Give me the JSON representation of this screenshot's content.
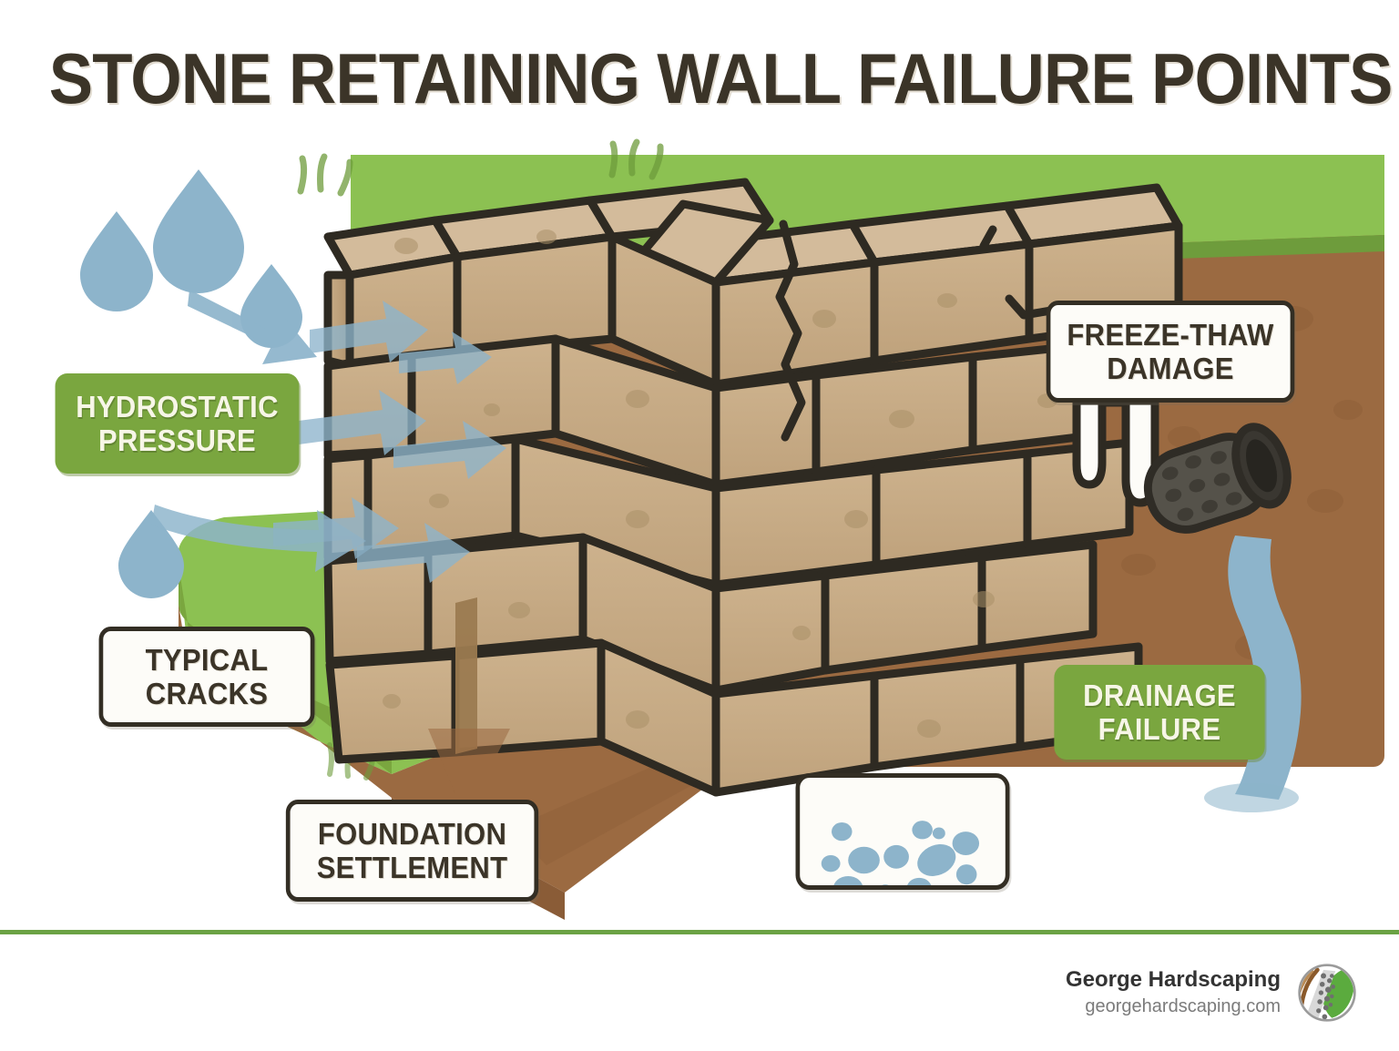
{
  "page": {
    "title": "STONE RETAINING WALL FAILURE POINTS",
    "background": "#ffffff",
    "title_color": "#3b3428"
  },
  "palette": {
    "grass_green": "#8cc152",
    "grass_green_dark": "#6e9c3c",
    "soil_brown": "#9b6a41",
    "soil_brown_dark": "#8a5c37",
    "soil_brown_light": "#b08455",
    "stone_face": "#c4a882",
    "stone_top": "#d3bb9b",
    "stone_side": "#b69872",
    "stone_outline": "#2e2a22",
    "water_blue": "#8db4cb",
    "label_green": "#7aa63f",
    "label_cream": "#f7f6e7",
    "label_white": "#fdfcf8",
    "label_outline": "#332e24",
    "divider_green": "#6ba244",
    "pipe_gray": "#5b5850",
    "pipe_dark": "#2f2c26"
  },
  "labels": {
    "hydrostatic": {
      "text": "HYDROSTATIC\nPRESSURE",
      "style": "green"
    },
    "freeze_thaw": {
      "text": "FREEZE-THAW\nDAMAGE",
      "style": "white"
    },
    "typical_cracks": {
      "text": "TYPICAL\nCRACKS",
      "style": "white"
    },
    "foundation_settlement": {
      "text": "FOUNDATION\nSETTLEMENT",
      "style": "white"
    },
    "drainage_failure": {
      "text": "DRAINAGE\nFAILURE",
      "style": "green"
    },
    "efflorescence": {
      "text": "",
      "style": "white"
    }
  },
  "illustration": {
    "elements": [
      "grass-lawn",
      "soil-bank",
      "stone-retaining-wall",
      "water-droplets",
      "hydrostatic-arrows",
      "wall-cracks",
      "icicle-drips",
      "drainage-pipe",
      "water-outflow",
      "foundation-settlement-marker",
      "efflorescence-spots"
    ],
    "water_droplet_count": 4,
    "hydrostatic_arrow_count": 6,
    "efflorescence_spot_count": 14
  },
  "footer": {
    "brand_name": "George Hardscaping",
    "brand_url": "georgehardscaping.com",
    "logo_icon": "hardscaping-logo-icon"
  }
}
